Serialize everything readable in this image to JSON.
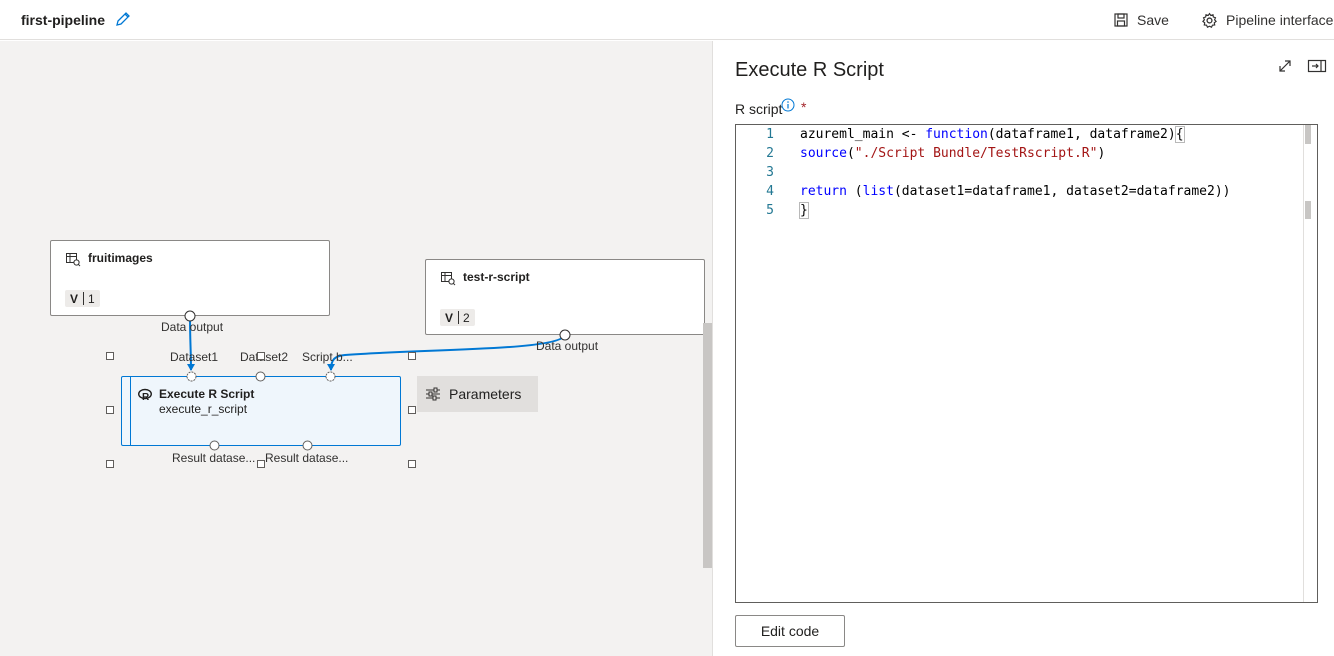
{
  "header": {
    "title": "first-pipeline",
    "save_label": "Save",
    "interface_label": "Pipeline interface"
  },
  "canvas": {
    "nodes": [
      {
        "name": "fruitimages",
        "version_letter": "V",
        "version": "1",
        "output_label": "Data output"
      },
      {
        "name": "test-r-script",
        "version_letter": "V",
        "version": "2",
        "output_label": "Data output"
      }
    ],
    "module": {
      "name": "Execute R Script",
      "subtitle": "execute_r_script",
      "inputs": [
        "Dataset1",
        "Dataset2",
        "Script b..."
      ],
      "outputs": [
        "Result datase...",
        "Result datase..."
      ]
    },
    "parameters_label": "Parameters"
  },
  "panel": {
    "title": "Execute R Script",
    "field_label": "R script",
    "required_mark": "*",
    "code_lines": [
      {
        "num": "1",
        "parts": [
          {
            "t": "azureml_main <- "
          },
          {
            "t": "function",
            "c": "kw"
          },
          {
            "t": "(dataframe1, dataframe2)"
          },
          {
            "t": "{",
            "c": "cur"
          }
        ]
      },
      {
        "num": "2",
        "parts": [
          {
            "t": "source",
            "c": "kw"
          },
          {
            "t": "("
          },
          {
            "t": "\"./Script Bundle/TestRscript.R\"",
            "c": "str"
          },
          {
            "t": ")"
          }
        ]
      },
      {
        "num": "3",
        "parts": []
      },
      {
        "num": "4",
        "parts": [
          {
            "t": "return",
            "c": "kw"
          },
          {
            "t": " ("
          },
          {
            "t": "list",
            "c": "kw"
          },
          {
            "t": "(dataset1=dataframe1, dataset2=dataframe2))"
          }
        ]
      },
      {
        "num": "5",
        "parts": [
          {
            "t": "}",
            "c": "cur"
          }
        ]
      }
    ],
    "edit_code_label": "Edit code"
  },
  "colors": {
    "accent": "#0078d4",
    "keyword": "#0000ff",
    "string": "#a31515",
    "line_number": "#237893"
  },
  "icons": [
    "pencil-icon",
    "save-icon",
    "gear-icon",
    "dataset-icon",
    "r-script-icon",
    "sliders-icon",
    "expand-icon",
    "dock-panel-icon",
    "info-icon"
  ]
}
